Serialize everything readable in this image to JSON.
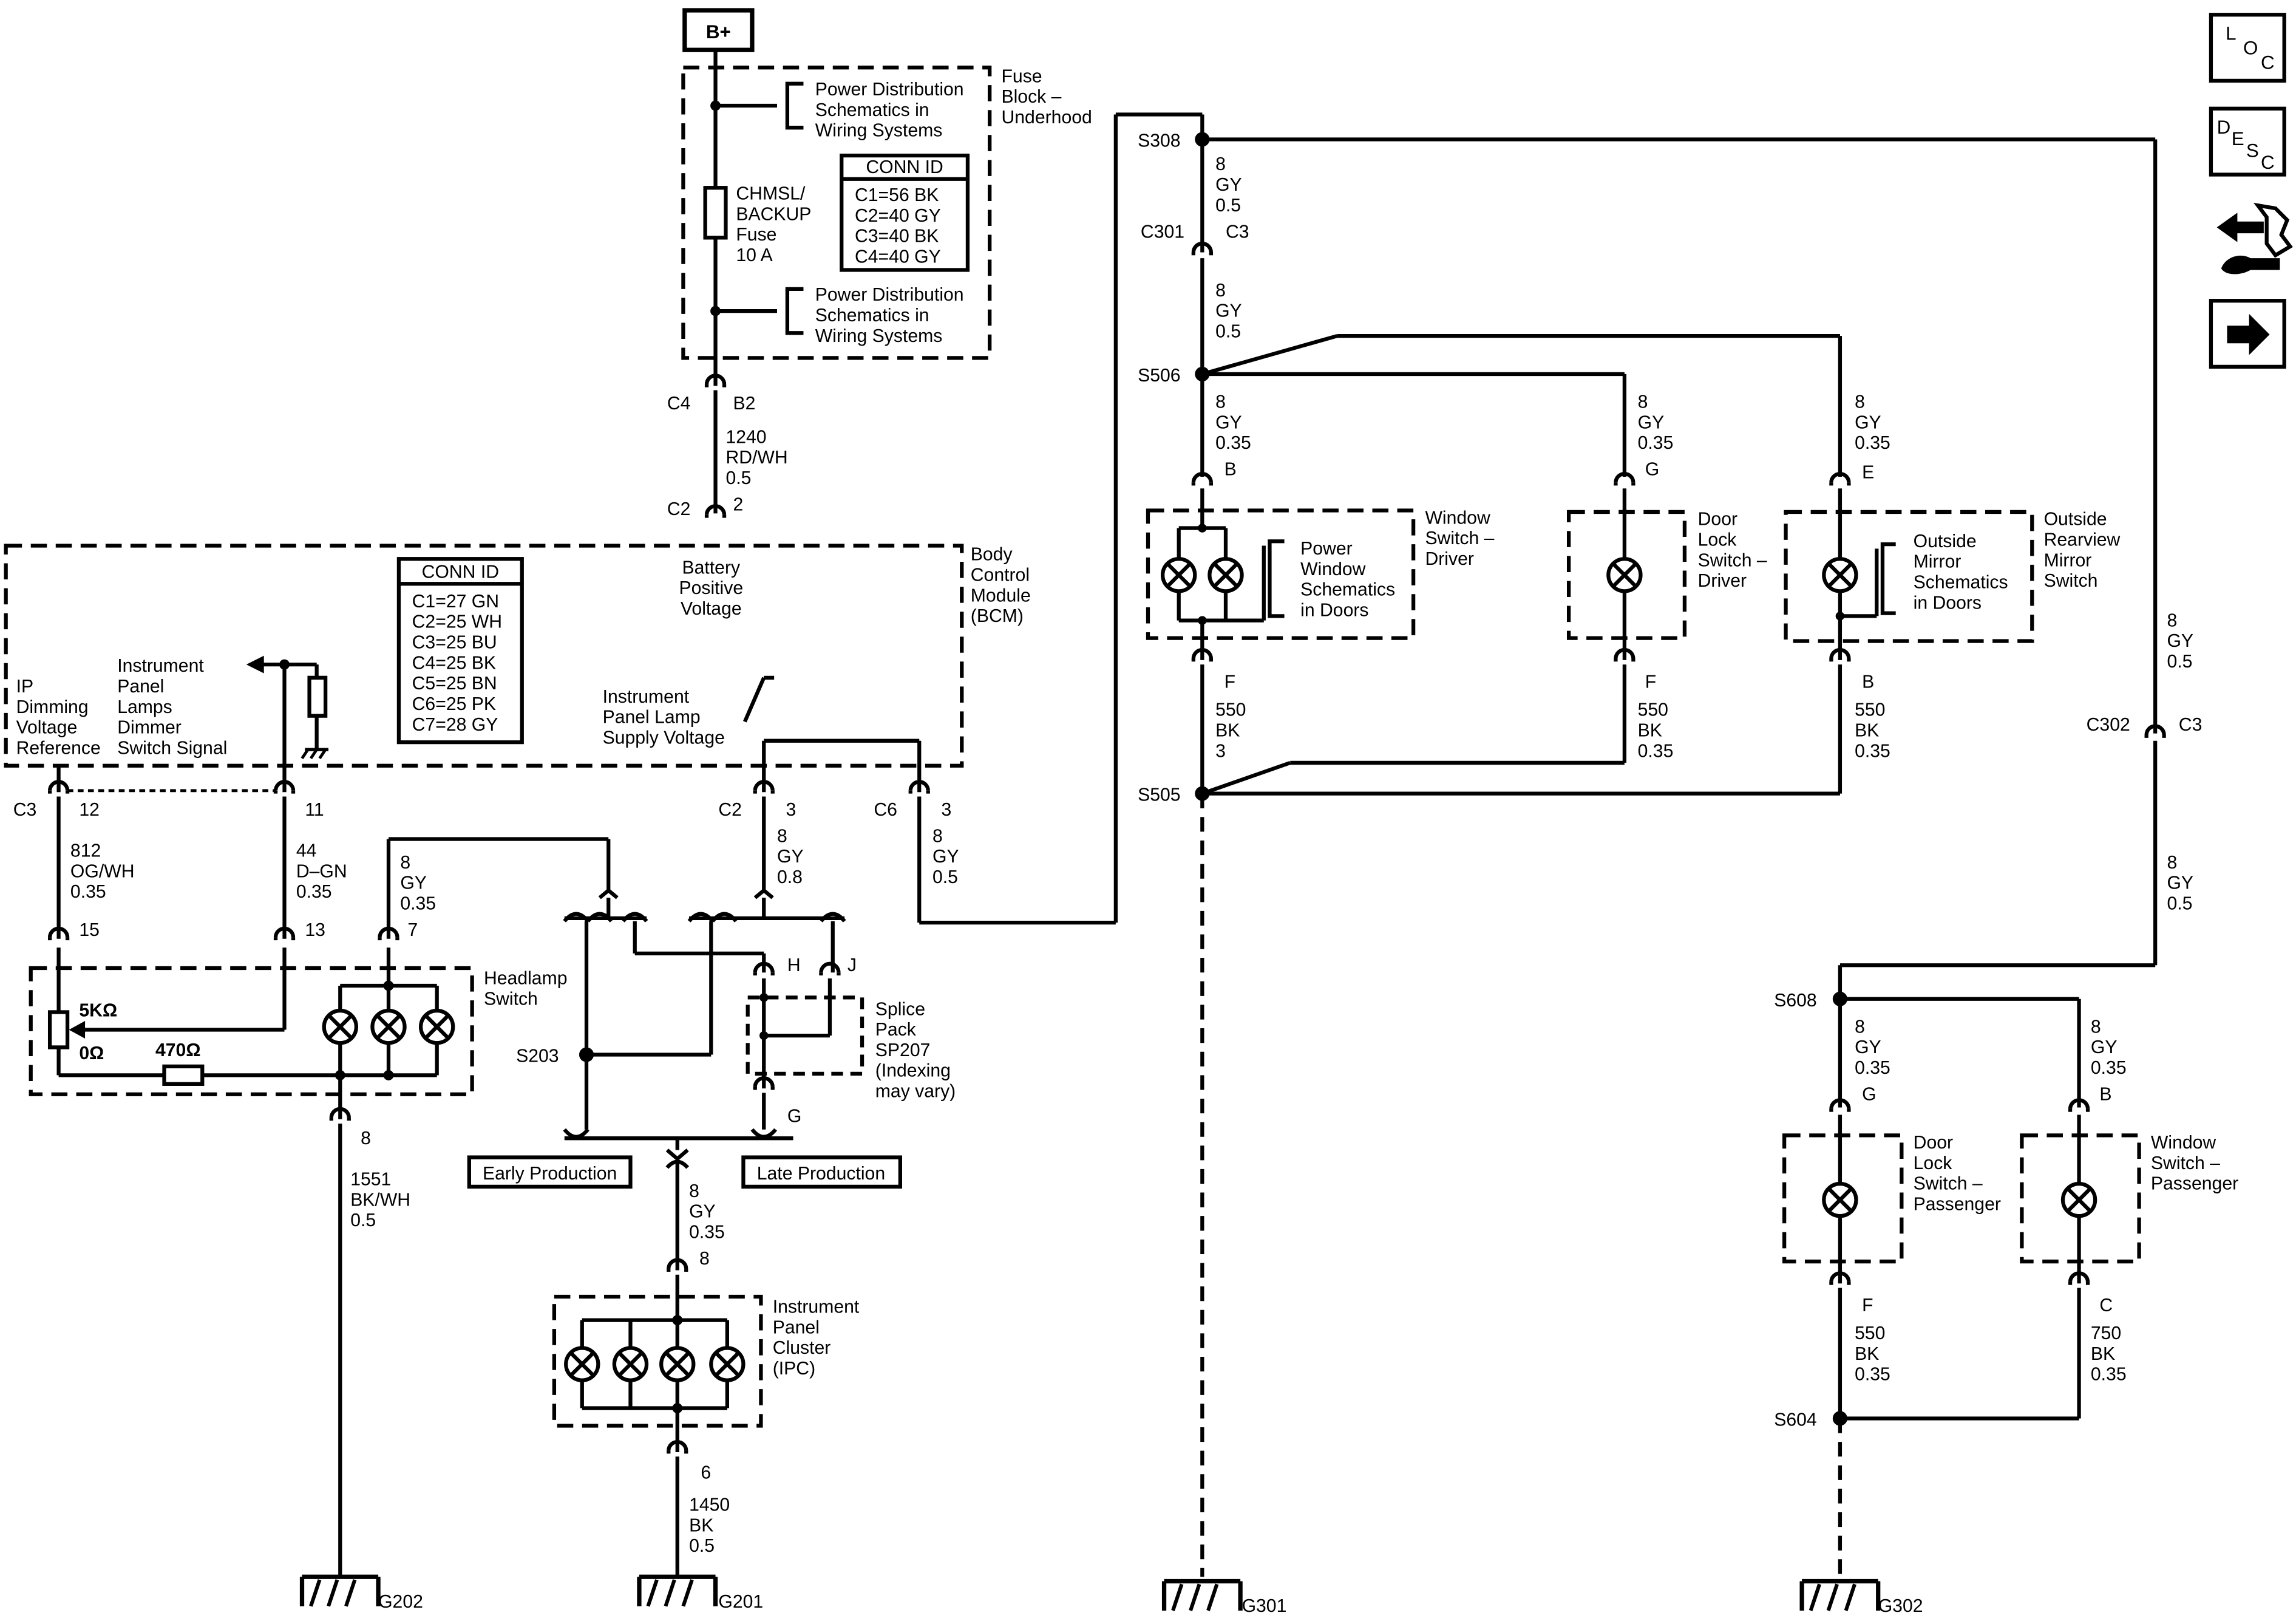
{
  "power": {
    "bplus": "B+"
  },
  "fuse_block": {
    "title": [
      "Fuse",
      "Block –",
      "Underhood"
    ],
    "pd_top": [
      "Power Distribution",
      "Schematics in",
      "Wiring Systems"
    ],
    "pd_bottom": [
      "Power Distribution",
      "Schematics in",
      "Wiring Systems"
    ],
    "fuse": [
      "CHMSL/",
      "BACKUP",
      "Fuse",
      "10 A"
    ],
    "conn_title": "CONN ID",
    "conn_ids": [
      "C1=56 BK",
      "C2=40 GY",
      "C3=40 BK",
      "C4=40 GY"
    ]
  },
  "bcm": {
    "title": [
      "Body",
      "Control",
      "Module",
      "(BCM)"
    ],
    "battery": [
      "Battery",
      "Positive",
      "Voltage"
    ],
    "conn_title": "CONN ID",
    "conn_ids": [
      "C1=27 GN",
      "C2=25 WH",
      "C3=25 BU",
      "C4=25 BK",
      "C5=25 BN",
      "C6=25 PK",
      "C7=28 GY"
    ],
    "ip_dimming": [
      "IP",
      "Dimming",
      "Voltage",
      "Reference"
    ],
    "ip_lamps": [
      "Instrument",
      "Panel",
      "Lamps",
      "Dimmer",
      "Switch Signal"
    ],
    "ip_supply": [
      "Instrument",
      "Panel Lamp",
      "Supply Voltage"
    ]
  },
  "connectors": {
    "c4": "C4",
    "b2": "B2",
    "c2_top": "C2",
    "pin2": "2",
    "c3_left": "C3",
    "pin12": "12",
    "pin11": "11",
    "c2_mid": "C2",
    "pin3a": "3",
    "c6": "C6",
    "pin3b": "3",
    "pin15": "15",
    "pin13": "13",
    "pin7": "7",
    "pin8_hl": "8",
    "pin8_ipc": "8",
    "pin6_ipc": "6",
    "pin_h": "H",
    "pin_j": "J",
    "pin_g_sp": "G"
  },
  "wires": {
    "w1240": [
      "1240",
      "RD/WH",
      "0.5"
    ],
    "w812": [
      "812",
      "OG/WH",
      "0.35"
    ],
    "w44": [
      "44",
      "D–GN",
      "0.35"
    ],
    "w8_hl": [
      "8",
      "GY",
      "0.35"
    ],
    "w8_c2": [
      "8",
      "GY",
      "0.8"
    ],
    "w8_c6": [
      "8",
      "GY",
      "0.5"
    ],
    "w1551": [
      "1551",
      "BK/WH",
      "0.5"
    ],
    "w8_ipc": [
      "8",
      "GY",
      "0.35"
    ],
    "w1450": [
      "1450",
      "BK",
      "0.5"
    ],
    "w8_s308": [
      "8",
      "GY",
      "0.5"
    ],
    "w8_c301": [
      "8",
      "GY",
      "0.5"
    ],
    "w8_pwd": [
      "8",
      "GY",
      "0.35"
    ],
    "w8_dld": [
      "8",
      "GY",
      "0.35"
    ],
    "w8_orm": [
      "8",
      "GY",
      "0.35"
    ],
    "w550_pwd": [
      "550",
      "BK",
      "3"
    ],
    "w550_dld": [
      "550",
      "BK",
      "0.35"
    ],
    "w550_orm": [
      "550",
      "BK",
      "0.35"
    ],
    "w8_c302top": [
      "8",
      "GY",
      "0.5"
    ],
    "w8_c302bot": [
      "8",
      "GY",
      "0.5"
    ],
    "w8_dlp": [
      "8",
      "GY",
      "0.35"
    ],
    "w8_wsp": [
      "8",
      "GY",
      "0.35"
    ],
    "w550_dlp": [
      "550",
      "BK",
      "0.35"
    ],
    "w750_wsp": [
      "750",
      "BK",
      "0.35"
    ]
  },
  "headlamp": {
    "title": [
      "Headlamp",
      "Switch"
    ],
    "r5k": "5KΩ",
    "r0": "0Ω",
    "r470": "470Ω"
  },
  "splice": {
    "s203": "S203",
    "sp207": [
      "Splice",
      "Pack",
      "SP207",
      "(Indexing",
      "may vary)"
    ],
    "early": "Early Production",
    "late": "Late Production"
  },
  "ipc": {
    "title": [
      "Instrument",
      "Panel",
      "Cluster",
      "(IPC)"
    ]
  },
  "right": {
    "s308": "S308",
    "c301": "C301",
    "c3a": "C3",
    "s506": "S506",
    "s505": "S505",
    "pwd_title": [
      "Window",
      "Switch –",
      "Driver"
    ],
    "pwd_sch": [
      "Power",
      "Window",
      "Schematics",
      "in Doors"
    ],
    "dld_title": [
      "Door",
      "Lock",
      "Switch –",
      "Driver"
    ],
    "orm_sch": [
      "Outside",
      "Mirror",
      "Schematics",
      "in Doors"
    ],
    "orm_title": [
      "Outside",
      "Rearview",
      "Mirror",
      "Switch"
    ],
    "pin_b1": "B",
    "pin_f1": "F",
    "pin_g1": "G",
    "pin_f2": "F",
    "pin_e": "E",
    "pin_b2": "B",
    "c302": "C302",
    "c3b": "C3",
    "s608": "S608",
    "s604": "S604",
    "dlp_title": [
      "Door",
      "Lock",
      "Switch –",
      "Passenger"
    ],
    "wsp_title": [
      "Window",
      "Switch –",
      "Passenger"
    ],
    "pin_g2": "G",
    "pin_b3": "B",
    "pin_f3": "F",
    "pin_c": "C"
  },
  "grounds": {
    "g202": "G202",
    "g201": "G201",
    "g301": "G301",
    "g302": "G302"
  },
  "nav": {
    "loc": [
      "L",
      "O",
      "C"
    ],
    "desc": [
      "D",
      "E",
      "S",
      "C"
    ]
  }
}
